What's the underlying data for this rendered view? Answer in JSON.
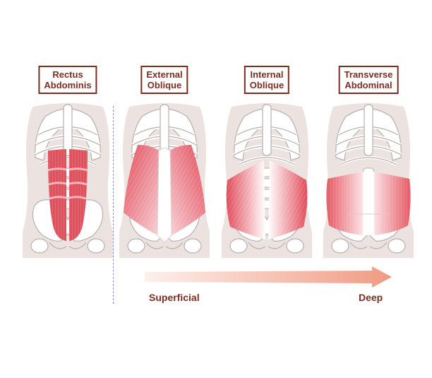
{
  "panels": [
    {
      "id": "rectus",
      "line1": "Rectus",
      "line2": "Abdominis"
    },
    {
      "id": "external",
      "line1": "External",
      "line2": "Oblique"
    },
    {
      "id": "internal",
      "line1": "Internal",
      "line2": "Oblique"
    },
    {
      "id": "transverse",
      "line1": "Transverse",
      "line2": "Abdominal"
    }
  ],
  "scale": {
    "left_label": "Superficial",
    "right_label": "Deep"
  },
  "colors": {
    "label": "#7a2e22",
    "muscle": "#e2505e",
    "muscle_light": "#f3b7bd",
    "body": "#ece3e1",
    "bone": "#ffffff",
    "bone_line": "#b7b0ae",
    "arrow_start": "#fde9e3",
    "arrow_end": "#f1a18b",
    "divider": "#8c8cc4"
  }
}
